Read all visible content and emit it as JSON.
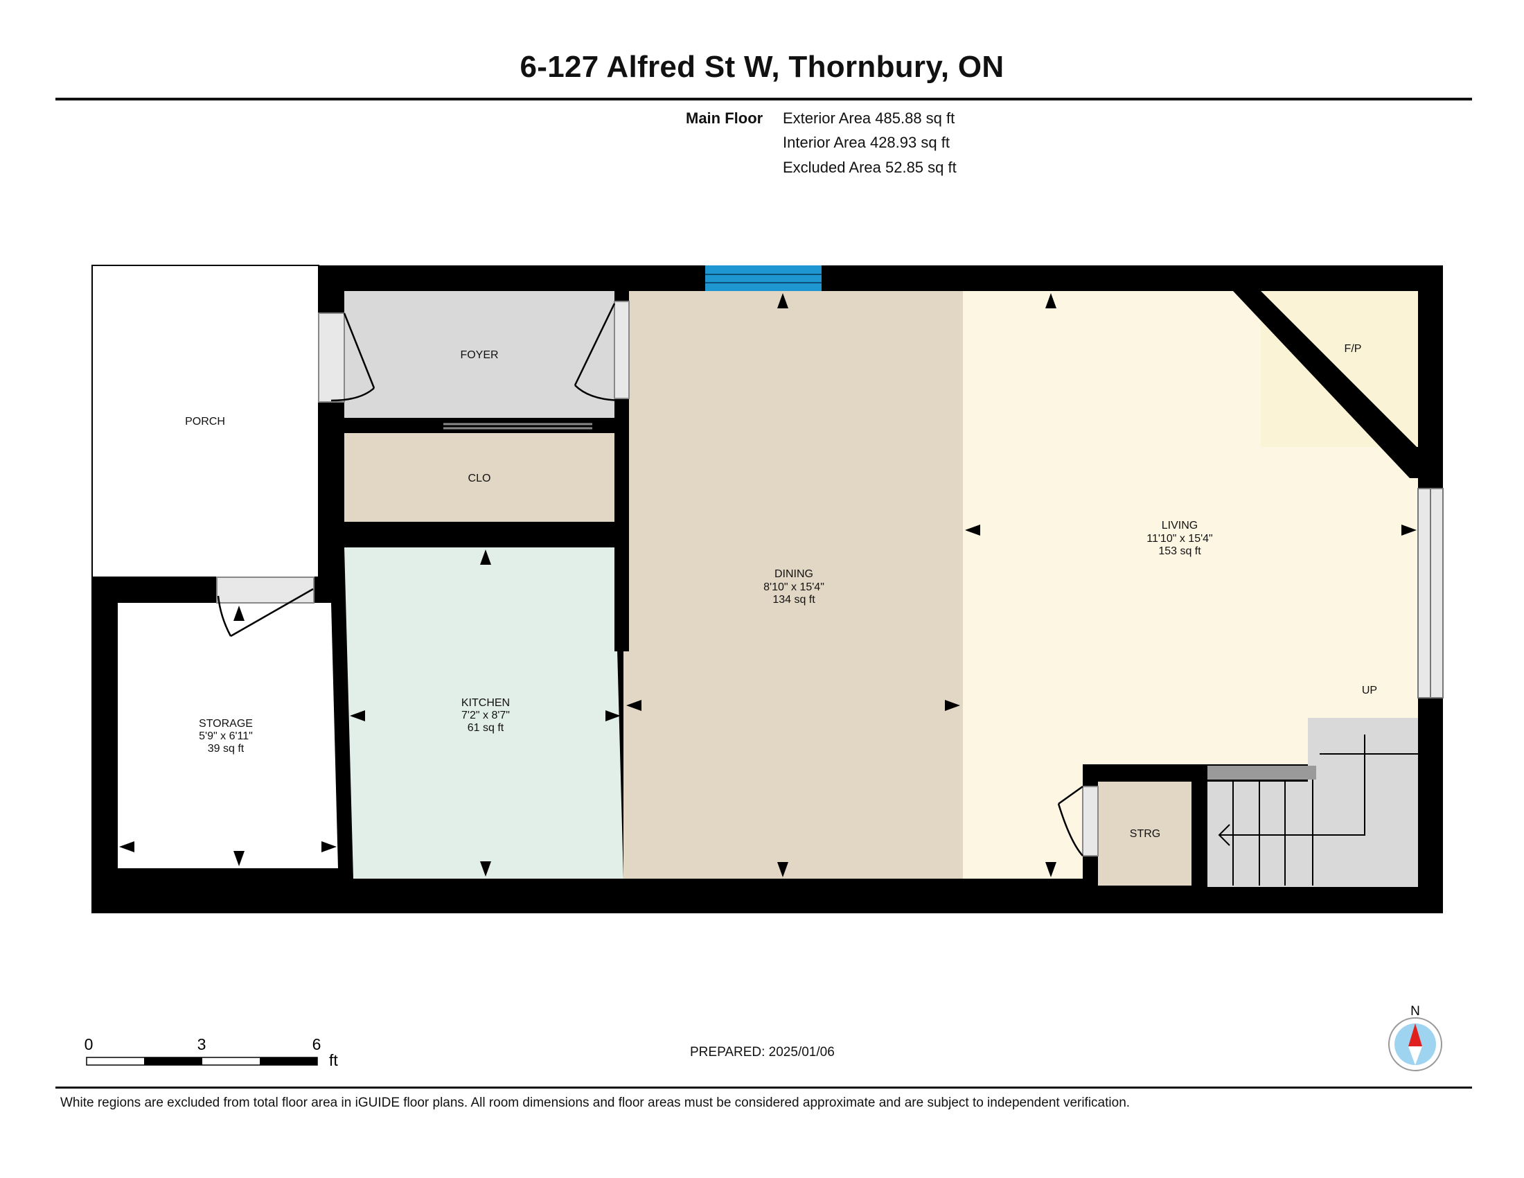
{
  "title": "6-127 Alfred St W, Thornbury, ON",
  "floor": {
    "name": "Main Floor",
    "exterior_area": "Exterior Area 485.88 sq ft",
    "interior_area": "Interior Area 428.93 sq ft",
    "excluded_area": "Excluded Area 52.85 sq ft"
  },
  "rooms": {
    "porch": {
      "name": "PORCH"
    },
    "foyer": {
      "name": "FOYER"
    },
    "closet": {
      "name": "CLO"
    },
    "dining": {
      "name": "DINING",
      "dims": "8'10\" x 15'4\"",
      "area": "134 sq ft"
    },
    "living": {
      "name": "LIVING",
      "dims": "11'10\" x 15'4\"",
      "area": "153 sq ft"
    },
    "kitchen": {
      "name": "KITCHEN",
      "dims": "7'2\" x 8'7\"",
      "area": "61 sq ft"
    },
    "storage": {
      "name": "STORAGE",
      "dims": "5'9\" x 6'11\"",
      "area": "39 sq ft"
    },
    "strg": {
      "name": "STRG"
    },
    "fireplace": {
      "name": "F/P"
    },
    "stairs": {
      "name": "UP"
    }
  },
  "scale": {
    "ticks": [
      "0",
      "3",
      "6"
    ],
    "unit": "ft"
  },
  "compass": {
    "label": "N"
  },
  "prepared": "PREPARED: 2025/01/06",
  "disclaimer": "White regions are excluded from total floor area in iGUIDE floor plans. All room dimensions and floor areas must be considered approximate and are subject to independent verification.",
  "colors": {
    "wall": "#000000",
    "foyer": "#d9d9d9",
    "closet": "#e2d6c5",
    "dining": "#e2d6c5",
    "living": "#fcf6e2",
    "kitchen": "#e2efe8",
    "strg": "#e2d6c5",
    "stairs": "#d9d9d9",
    "window": "#1e96d2",
    "compass_red": "#e0201e",
    "compass_blue": "#9ed4ef"
  }
}
